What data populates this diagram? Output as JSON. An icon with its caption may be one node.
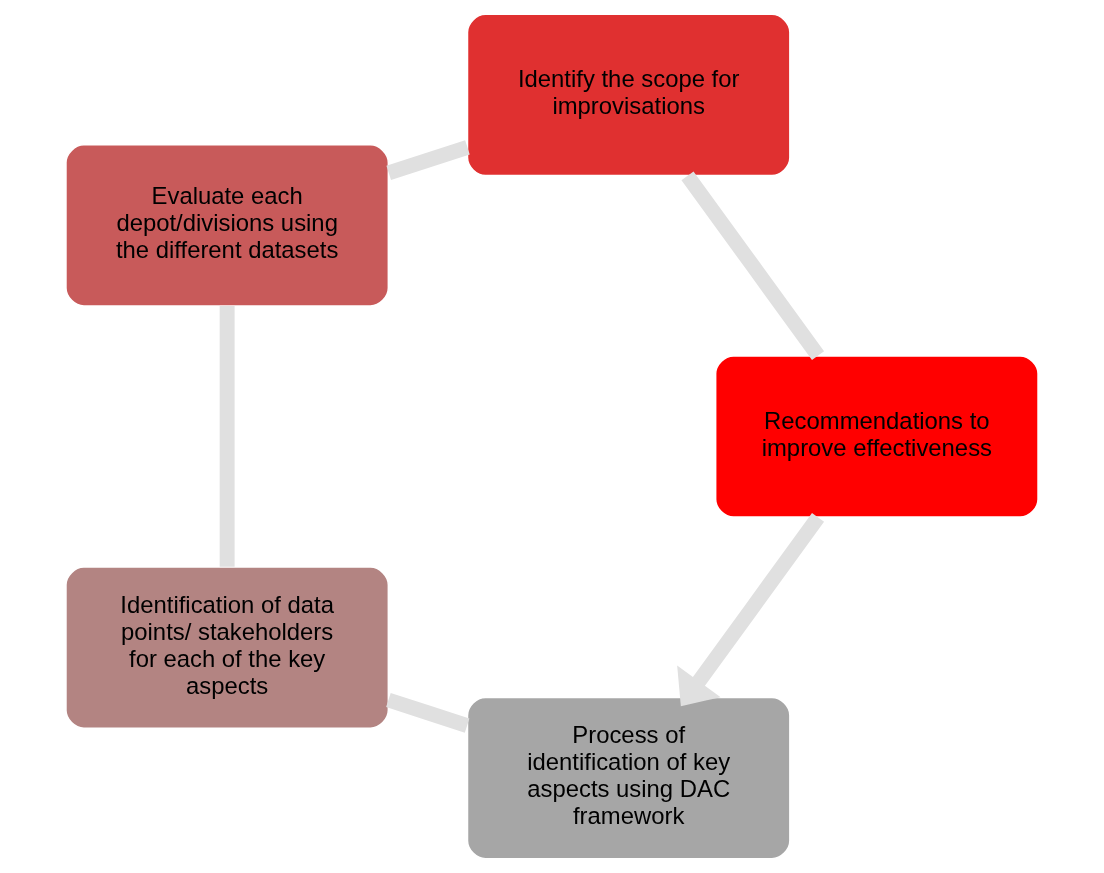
{
  "diagram": {
    "nodes": [
      {
        "text": [
          "Process of identification of key aspects using DAC framework"
        ]
      },
      {
        "text": [
          "Identification of data points/ stakeholders for each of the key aspects"
        ]
      },
      {
        "text": [
          "Evaluate each depot/divisions using the different datasets"
        ]
      },
      {
        "text": [
          "Identify the scope for improvisations"
        ]
      },
      {
        "text": [
          "Recommendations to improve effectiveness"
        ]
      }
    ],
    "edges": [
      {
        "from": 0,
        "to": 1,
        "arrow": "none"
      },
      {
        "from": 1,
        "to": 2,
        "arrow": "none"
      },
      {
        "from": 2,
        "to": 3,
        "arrow": "none"
      },
      {
        "from": 3,
        "to": 4,
        "arrow": "none"
      },
      {
        "from": 4,
        "to": 0,
        "arrow": "to"
      }
    ]
  }
}
